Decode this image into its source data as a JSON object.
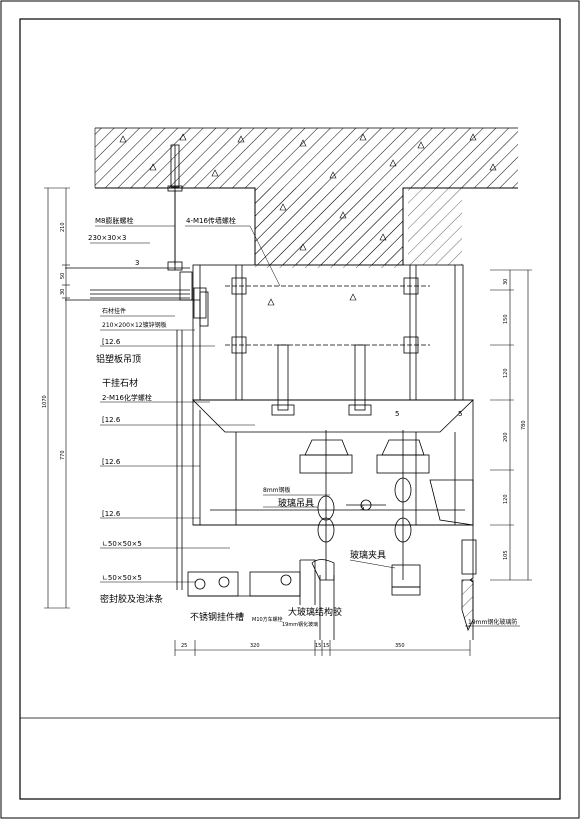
{
  "labels": {
    "m8_bolt": "M8膨胀螺栓",
    "m16_through_bolt": "4-M16传墙螺栓",
    "angle_30": "230×30×3",
    "stone_hanger": "石材挂件",
    "plate_200": "210×200×12镀锌钢板",
    "c126_1": "[12.6",
    "aluminum_ceiling": "铝塑板吊顶",
    "dry_hang_stone": "干挂石材",
    "m16_chemical": "2-M16化学螺栓",
    "c126_2": "[12.6",
    "c126_3": "[12.6",
    "c126_4": "[12.6",
    "steel_8mm": "8mm钢板",
    "glass_hanger": "玻璃吊具",
    "angle_50_1": "∟50×50×5",
    "angle_50_2": "∟50×50×5",
    "glass_clamp": "玻璃夹具",
    "sealant": "密封胶及泡沫条",
    "ss_steel_slot": "不锈钢挂件槽",
    "m10_bolt": "M10方车螺栓",
    "glass_glue": "大玻璃结构胶",
    "tempered_19_a": "19mm钢化玻璃",
    "tempered_19_b": "19mm钢化玻璃防"
  },
  "dimensions": {
    "left": [
      "210",
      "50",
      "30",
      "1070",
      "770"
    ],
    "right": [
      "30",
      "150",
      "120",
      "200",
      "120",
      "105",
      "780"
    ],
    "bottom": [
      "25",
      "320",
      "15",
      "15",
      "350"
    ]
  },
  "marks": {
    "num_3": "3",
    "num_5a": "5",
    "num_5b": "5",
    "num_5c": "5"
  }
}
